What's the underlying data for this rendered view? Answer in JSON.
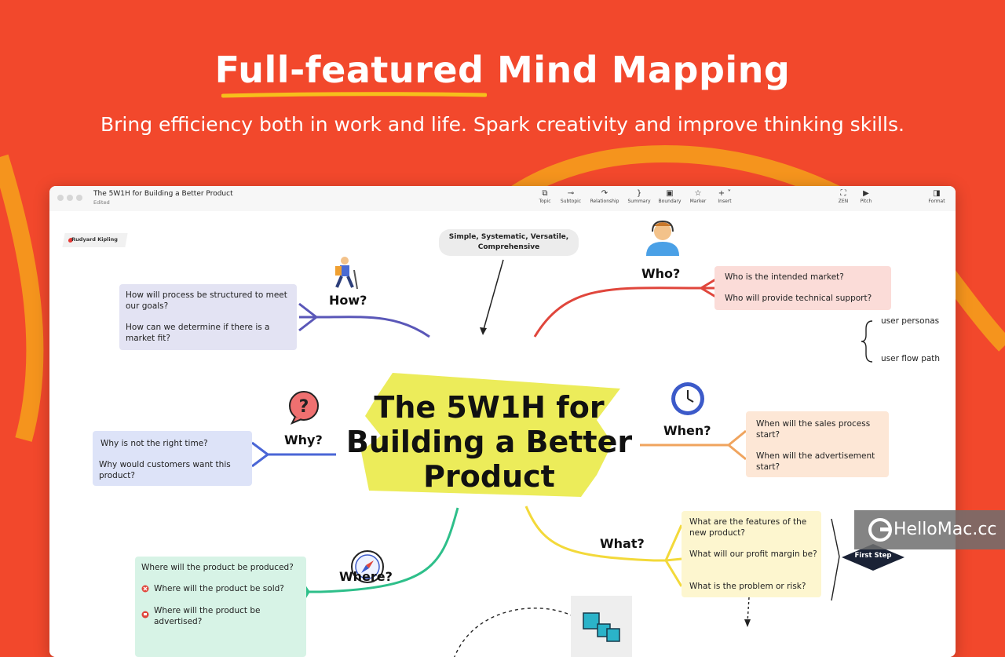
{
  "hero": {
    "title": "Full-featured Mind Mapping",
    "subtitle": "Bring efficiency both in work and life. Spark creativity and improve thinking skills."
  },
  "window": {
    "title": "The 5W1H for Building a Better Product",
    "status": "Edited",
    "toolbar": {
      "topic": "Topic",
      "subtopic": "Subtopic",
      "relationship": "Relationship",
      "summary": "Summary",
      "boundary": "Boundary",
      "marker": "Marker",
      "insert": "Insert",
      "zen": "ZEN",
      "pitch": "Pitch",
      "format": "Format"
    }
  },
  "map": {
    "sticky_label": "Rudyard Kipling",
    "callout": "Simple,  Systematic, Versatile, Comprehensive",
    "central": "The 5W1H for Building a Better Product",
    "how": {
      "label": "How?",
      "items": [
        "How will process be structured to meet our goals?",
        "How can we determine if there is a market fit?"
      ]
    },
    "who": {
      "label": "Who?",
      "items": [
        "Who is the intended market?",
        "Who will provide technical support?"
      ],
      "summary_items": [
        "user personas",
        "user flow path"
      ]
    },
    "why": {
      "label": "Why?",
      "items": [
        "Why is not the right time?",
        "Why would customers want this product?"
      ]
    },
    "when": {
      "label": "When?",
      "items": [
        "When will the sales process start?",
        "When will the advertisement start?"
      ]
    },
    "what": {
      "label": "What?",
      "items": [
        "What are the features of the new product?",
        "What will our profit margin be?",
        "What is the problem or risk?"
      ],
      "summary": "First Step"
    },
    "where": {
      "label": "Where?",
      "items": [
        "Where will the product be produced?",
        "Where will the product be sold?",
        "Where will the product be advertised?"
      ]
    }
  },
  "watermark": "HelloMac.cc",
  "colors": {
    "background": "#f2482c",
    "how": "#5a57b8",
    "who": "#e0463c",
    "why": "#4a66d6",
    "when": "#f0a45e",
    "what": "#f3d93a",
    "where": "#2ebf8a",
    "central_highlight": "#ecec5a"
  }
}
